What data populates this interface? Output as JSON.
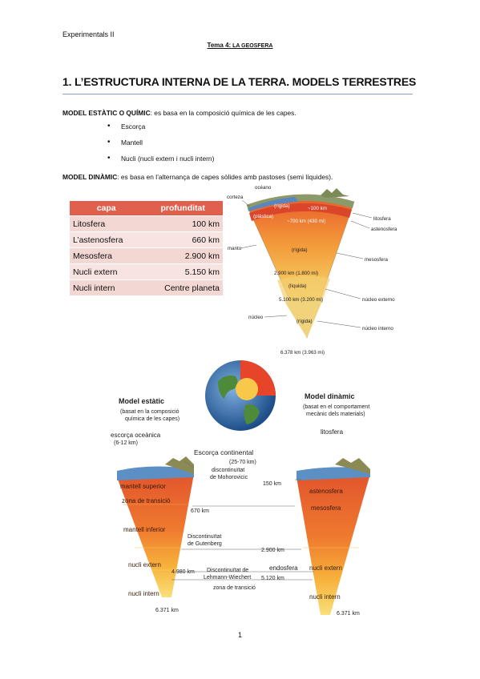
{
  "header": {
    "left": "Experimentals II",
    "topic_lead": "Tema 4:",
    "topic_rest": " la geosfera"
  },
  "section": {
    "title": "1. L’ESTRUCTURA INTERNA DE LA TERRA. MODELS TERRESTRES"
  },
  "static_model": {
    "label": "MODEL ESTÀTIC O QUÍMIC",
    "text": ":  es basa en la composició química de les capes.",
    "items": [
      "Escorça",
      "Mantell",
      "Nucli (nucli extern i nucli intern)"
    ]
  },
  "dynamic_model": {
    "label": "MODEL DINÀMIC",
    "text": ": es basa en l’alternança de capes sòlides amb pastoses (semi líquides)."
  },
  "layer_table": {
    "headers": [
      "capa",
      "profunditat"
    ],
    "rows": [
      [
        "Litosfera",
        "100 km"
      ],
      [
        "L’astenosfera",
        "660 km"
      ],
      [
        "Mesosfera",
        "2.900 km"
      ],
      [
        "Nucli extern",
        "5.150 km"
      ],
      [
        "Nucli intern",
        "Centre planeta"
      ]
    ]
  },
  "cone_figure": {
    "labels": {
      "oceano": "océano",
      "corteza": "corteza",
      "rigida_top": "(rígida)",
      "plastica": "(plástica)",
      "depth_100": "~100 km",
      "depth_700": "~700 km (430 mi)",
      "litosfera": "litosfera",
      "astenosfera": "astenosfera",
      "manto": "manto",
      "mesosfera": "mesosfera",
      "rigida_mid": "(rígida)",
      "depth_2900": "2.900 km (1.800 mi)",
      "liquida": "(líquida)",
      "depth_5100": "5.100 km (3.200 mi)",
      "nucleo_externo": "núcleo externo",
      "nucleo": "núcleo",
      "rigida_core": "(rígida)",
      "nucleo_interno": "núcleo interno",
      "radius": "6.378 km (3.963 mi)"
    }
  },
  "models_figure": {
    "static_title": "Model estàtic",
    "static_sub1": "(basat en la composició",
    "static_sub2": "química de les capes)",
    "dynamic_title": "Model dinàmic",
    "dynamic_sub1": "(basat en el comportament",
    "dynamic_sub2": "mecànic dels materials)",
    "escorca_oceanica": "escorça oceànica",
    "escorca_oceanica_km": "(6-12 km)",
    "escorca_continental": "Escorça continental",
    "escorca_continental_km": "(25-70 km)",
    "disc_moho_1": "discontinuïtat",
    "disc_moho_2": "de Mohorovicic",
    "mantell_superior": "mantell superior",
    "zona_transicio": "zona de transició",
    "km_670": "670 km",
    "mantell_inferior": "mantell inferior",
    "disc_gut_1": "Discontinuïtat",
    "disc_gut_2": "de Gutenberg",
    "km_2900": "2.900 km",
    "nucli_extern_l": "nucli extern",
    "km_4980": "4.980 km",
    "disc_lw_1": "Discontinuïtat de",
    "disc_lw_2": "Lehmann-Wiechert",
    "disc_lw_3": "zona de transició",
    "endosfera": "endosfera",
    "km_5120": "5.120 km",
    "nucli_intern_l": "nucli intern",
    "km_6371_l": "6.371 km",
    "litosfera": "litosfera",
    "km_150": "150 km",
    "astenosfera": "astenosfera",
    "mesosfera": "mesosfera",
    "nucli_extern_r": "nucli extern",
    "nucli_intern_r": "nucli intern",
    "km_6371_r": "6.371 km"
  },
  "footer": {
    "page_number": "1"
  }
}
